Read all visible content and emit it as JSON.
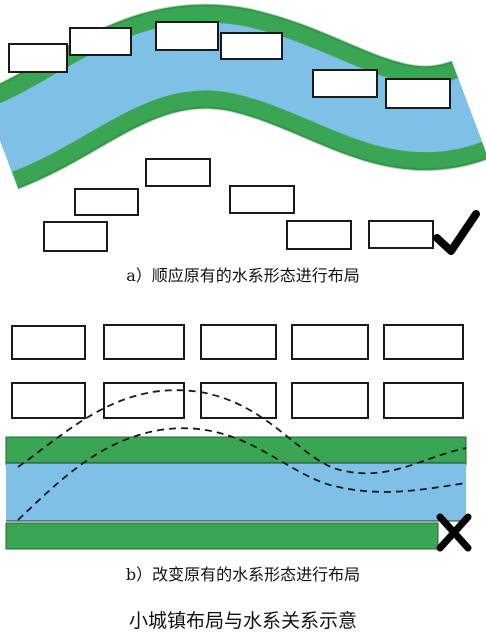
{
  "panel_a": {
    "caption": "a）顺应原有的水系形态进行布局",
    "mark": "check"
  },
  "panel_b": {
    "caption": "b）改变原有的水系形态进行布局",
    "mark": "cross"
  },
  "title": "小城镇布局与水系关系示意",
  "colors": {
    "water": "#7ec0e6",
    "green_belt": "#3aa552",
    "outline": "#1a1a1a"
  }
}
